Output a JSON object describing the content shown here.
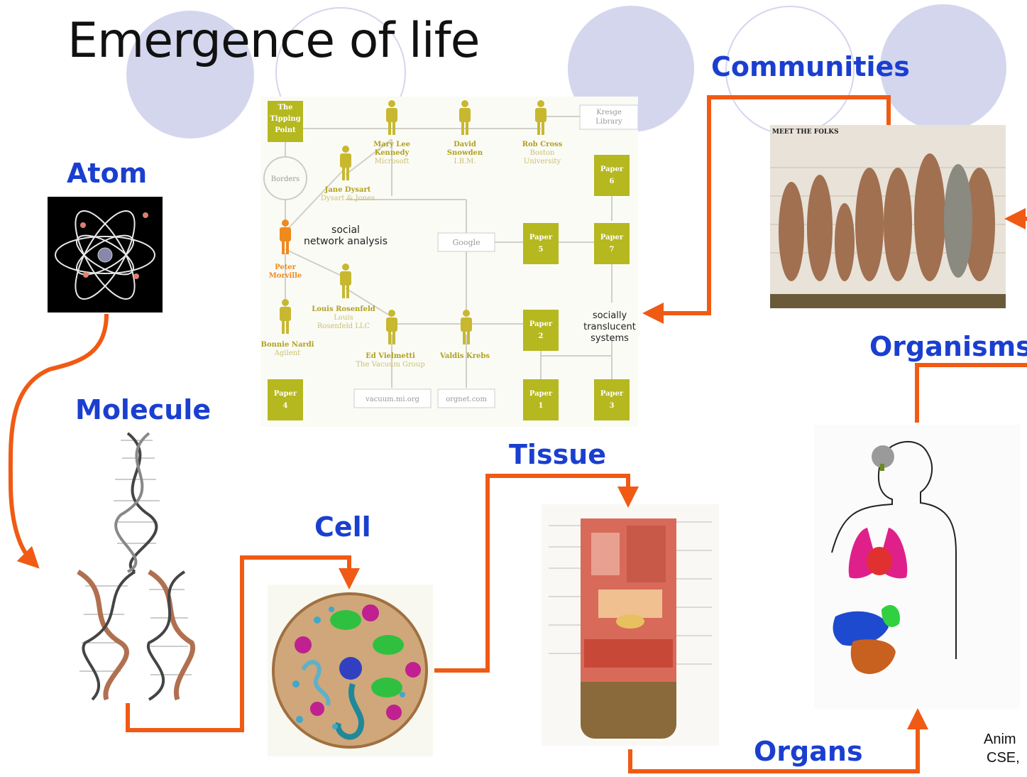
{
  "slide": {
    "title": "Emergence of life",
    "footer_line1": "Anim",
    "footer_line2": "CSE,"
  },
  "levels": {
    "atom": "Atom",
    "molecule": "Molecule",
    "cell": "Cell",
    "tissue": "Tissue",
    "organs": "Organs",
    "organisms": "Organisms",
    "communities": "Communities"
  },
  "network": {
    "tipping_point": [
      "The",
      "Tipping",
      "Point"
    ],
    "borders": "Borders",
    "kresge": [
      "Kresge",
      "Library"
    ],
    "center_label": [
      "social",
      "network analysis"
    ],
    "google": "Google",
    "socially": [
      "socially",
      "translucent",
      "systems"
    ],
    "vacuum": "vacuum.mi.org",
    "orgnet": "orgnet.com",
    "people": [
      {
        "name": "Mary Lee",
        "name2": "Kennedy",
        "org": "Microsoft"
      },
      {
        "name": "David",
        "name2": "Snowden",
        "org": "I.B.M."
      },
      {
        "name": "Rob Cross",
        "name2": "Boston",
        "org": "University"
      },
      {
        "name": "Jane Dysart",
        "name2": "",
        "org": "Dysart & Jones"
      },
      {
        "name": "Peter",
        "name2": "Morville",
        "org": ""
      },
      {
        "name": "Louis Rosenfeld",
        "name2": "Louis",
        "org": "Rosenfeld LLC"
      },
      {
        "name": "Bonnie Nardi",
        "name2": "",
        "org": "Agilent"
      },
      {
        "name": "Ed Vielmetti",
        "name2": "",
        "org": "The Vacuum Group"
      },
      {
        "name": "Valdis Krebs",
        "name2": "",
        "org": ""
      }
    ],
    "papers": [
      {
        "word": "Paper",
        "num": "6"
      },
      {
        "word": "Paper",
        "num": "5"
      },
      {
        "word": "Paper",
        "num": "7"
      },
      {
        "word": "Paper",
        "num": "2"
      },
      {
        "word": "Paper",
        "num": "4"
      },
      {
        "word": "Paper",
        "num": "1"
      },
      {
        "word": "Paper",
        "num": "3"
      }
    ]
  },
  "folks_caption": "MEET THE FOLKS",
  "colors": {
    "label_blue": "#1a3fd0",
    "arrow_orange": "#f05a14",
    "deco_circle": "#d4d6ee",
    "paper_green": "#b5b81f",
    "person_gold": "#c8b830",
    "person_orange": "#f08a1e"
  }
}
